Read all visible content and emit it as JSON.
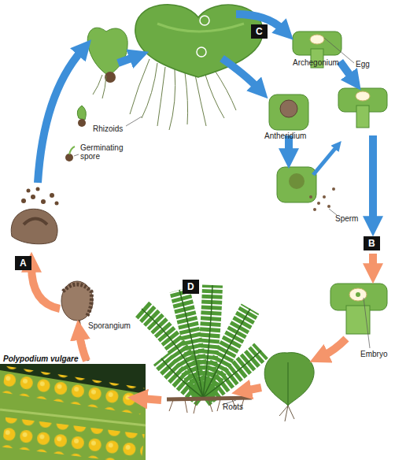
{
  "diagram": {
    "nodes": [
      {
        "text": [
          "C"
        ]
      },
      {
        "text": [
          "B"
        ]
      },
      {
        "text": [
          "A"
        ]
      },
      {
        "text": [
          "D"
        ]
      }
    ],
    "labels": [
      "Rhizoids",
      "Archegonium",
      "Egg",
      "Antheridium",
      "Germinating spore",
      "Sperm",
      "Embryo",
      "Sporangium",
      "Polypodium vulgare",
      "Roots"
    ]
  }
}
